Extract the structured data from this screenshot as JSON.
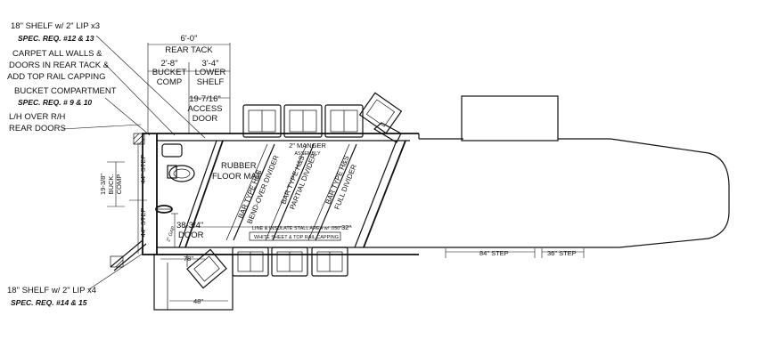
{
  "callouts": {
    "shelf_top": {
      "title": "18\" SHELF w/ 2\" LIP x3",
      "spec": "SPEC. REQ. #12 & 13"
    },
    "carpet": [
      "CARPET ALL WALLS &",
      "DOORS IN REAR TACK &",
      "ADD TOP RAIL CAPPING"
    ],
    "bucket": {
      "title": "BUCKET COMPARTMENT",
      "spec": "SPEC. REQ. # 9 & 10"
    },
    "lh_over": [
      "L/H OVER R/H",
      "REAR DOORS"
    ],
    "shelf_bottom": {
      "title": "18\" SHELF w/ 2\" LIP x4",
      "spec": "SPEC. REQ. #14 & 15"
    }
  },
  "dimensions": {
    "rear_tack_width": "6'-0\"",
    "rear_tack_label": "REAR TACK",
    "bucket_comp": [
      "2'-8\"",
      "BUCKET",
      "COMP"
    ],
    "lower_shelf": [
      "3'-4\"",
      "LOWER",
      "SHELF"
    ],
    "access_door": [
      "19-7/16\"",
      "ACCESS",
      "DOOR"
    ],
    "side_bucket_comp": [
      "19-3/8\"",
      "BUCK.",
      "COMP"
    ],
    "step_upper": "44\" STEP",
    "step_lower": "44\" STEP",
    "door": [
      "38-3/4\"",
      "DOOR"
    ],
    "dim_78": "78\"",
    "dim_48": "48\"",
    "dim_32": "32\"",
    "dim_2_gap": "2\" GAP",
    "step_84": "84\" STEP",
    "step_36": "36\" STEP"
  },
  "labels": {
    "manger": "2\" MANGER",
    "manger_sub": "ASSEMBLY",
    "floor_mat": [
      "RUBBER",
      "FLOOR MAT"
    ],
    "dividers": [
      "BAR TYPE H&S",
      "BEND-OVER DIVIDER",
      "BAR TYPE H&S",
      "PARTIAL DIVIDER",
      "BAR TYPE H&S",
      "FULL DIVIDER"
    ],
    "stall_line": "LINE & INSULATE STALL AREA w/ .050\"",
    "stall_line2": "WHITE SHEET & TOP RAIL CAPPING"
  }
}
